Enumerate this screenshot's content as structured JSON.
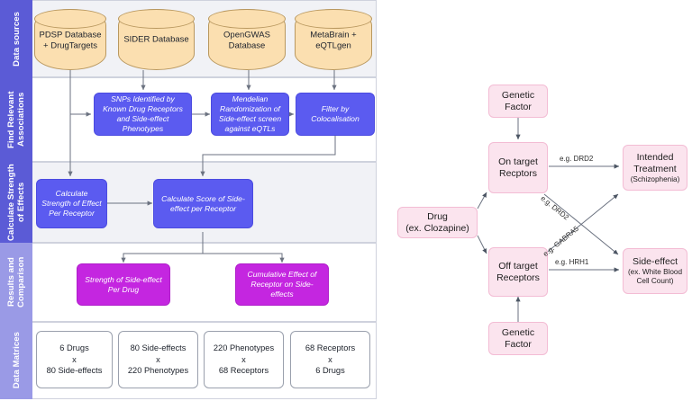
{
  "pipeline": {
    "lanes": [
      {
        "id": "data-sources",
        "label": "Data sources",
        "shade": "dark"
      },
      {
        "id": "find-relevant-associations",
        "label": "Find Relevant Associations",
        "shade": "dark"
      },
      {
        "id": "calculate-strength-of-effects",
        "label": "Calculate Strength of Effects",
        "shade": "dark"
      },
      {
        "id": "results-and-comparison",
        "label": "Results and Comparison",
        "shade": "light"
      },
      {
        "id": "data-matrices",
        "label": "Data Matrices",
        "shade": "light"
      }
    ],
    "data_sources": [
      {
        "id": "pdsp",
        "line1": "PDSP Database",
        "line2": "+ DrugTargets"
      },
      {
        "id": "sider",
        "line1": "SIDER Database",
        "line2": ""
      },
      {
        "id": "opengwas",
        "line1": "OpenGWAS",
        "line2": "Database"
      },
      {
        "id": "metabrain",
        "line1": "MetaBrain +",
        "line2": "eQTLgen"
      }
    ],
    "associations": [
      {
        "id": "snps-identified",
        "text": "SNPs Identified by Known Drug Receptors and Side-effect Phenotypes"
      },
      {
        "id": "mendelian-randomization",
        "text": "Mendelian Randomization of Side-effect screen against eQTLs"
      },
      {
        "id": "filter-colocalisation",
        "text": "Filter by Colocalisation"
      }
    ],
    "strength": [
      {
        "id": "strength-per-receptor",
        "text": "Calculate Strength of Effect Per Receptor"
      },
      {
        "id": "score-side-effect",
        "text": "Calculate Score of Side-effect per Receptor"
      }
    ],
    "results": [
      {
        "id": "strength-side-effect-per-drug",
        "text": "Strength of Side-effect Per Drug"
      },
      {
        "id": "cumulative-effect-receptor",
        "text": "Cumulative Effect of Receptor on Side-effects"
      }
    ],
    "matrices": [
      {
        "id": "matrix-drugs-sideeffects",
        "line1": "6 Drugs",
        "line2": "x",
        "line3": "80 Side-effects"
      },
      {
        "id": "matrix-sideeffects-phenotypes",
        "line1": "80 Side-effects",
        "line2": "x",
        "line3": "220 Phenotypes"
      },
      {
        "id": "matrix-phenotypes-receptors",
        "line1": "220 Phenotypes",
        "line2": "x",
        "line3": "68 Receptors"
      },
      {
        "id": "matrix-receptors-drugs",
        "line1": "68 Receptors",
        "line2": "x",
        "line3": "6 Drugs"
      }
    ]
  },
  "concept": {
    "nodes": {
      "genetic_factor_top": {
        "line1": "Genetic",
        "line2": "Factor"
      },
      "on_target": {
        "line1": "On target",
        "line2": "Recptors"
      },
      "drug": {
        "line1": "Drug",
        "line2": "(ex. Clozapine)"
      },
      "off_target": {
        "line1": "Off target",
        "line2": "Receptors"
      },
      "genetic_factor_bottom": {
        "line1": "Genetic",
        "line2": "Factor"
      },
      "intended_treatment": {
        "line1": "Intended",
        "line2": "Treatment",
        "sub": "(Schizophenia)"
      },
      "side_effect": {
        "line1": "Side-effect",
        "sub1": "(ex. White Blood",
        "sub2": "Cell Count)"
      }
    },
    "edge_labels": {
      "on_to_intended": "e.g. DRD2",
      "on_to_side": "e.g. DRD2",
      "off_to_intended": "e.g. GABRA5",
      "off_to_side": "e.g. HRH1"
    }
  },
  "colors": {
    "lane_dark": "#5b5bd6",
    "lane_light": "#9a9ae6",
    "cylinder": "#fbdfb0",
    "process": "#5b5bf0",
    "result": "#c426e0",
    "concept_box": "#fbe4ee",
    "arrow": "#6b7280"
  }
}
